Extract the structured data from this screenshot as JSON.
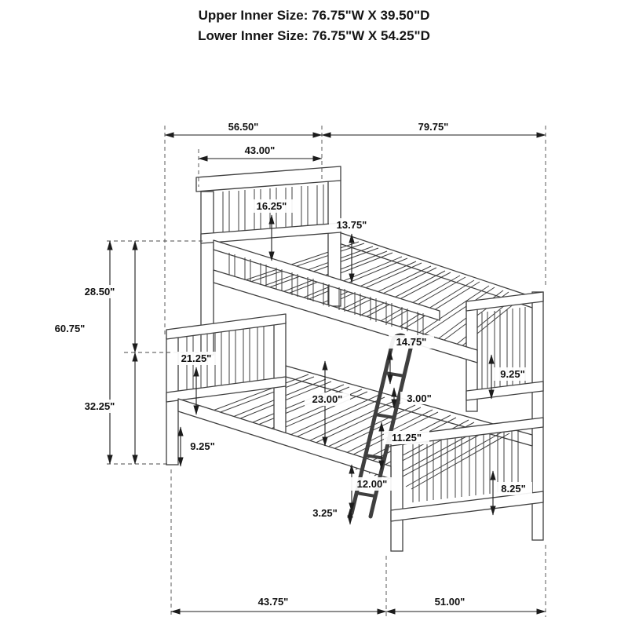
{
  "title": {
    "line1": "Upper Inner Size: 76.75\"W X 39.50\"D",
    "line2": "Lower Inner Size: 76.75\"W X 54.25\"D"
  },
  "dims": {
    "top": {
      "outer_left": "56.50\"",
      "outer_right": "79.75\"",
      "inner": "43.00\""
    },
    "left": {
      "upper": "28.50\"",
      "total": "60.75\"",
      "lower": "32.25\""
    },
    "inner": {
      "headboard_rail": "16.25\"",
      "guard_rail": "13.75\"",
      "lower_headboard": "21.25\"",
      "under_rail": "14.75\"",
      "bunk_clearance": "23.00\"",
      "hook": "3.00\"",
      "footboard_upper": "9.25\"",
      "rung_gap": "11.25\"",
      "lower_left_rail": "9.25\"",
      "bottom_rung": "12.00\"",
      "footboard_lower": "8.25\"",
      "ladder_foot": "3.25\""
    },
    "bottom": {
      "left": "43.75\"",
      "right": "51.00\""
    }
  }
}
